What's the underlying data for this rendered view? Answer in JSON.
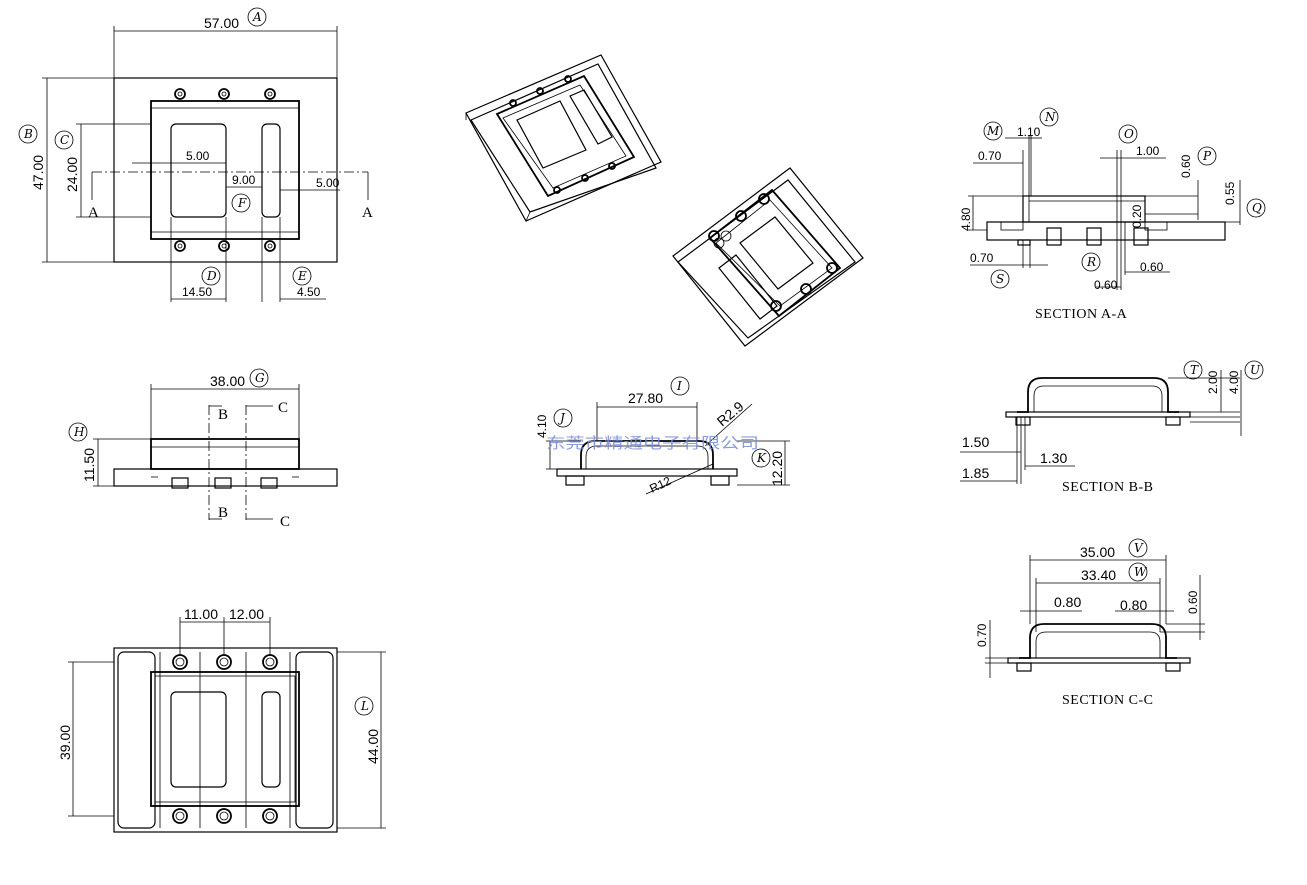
{
  "dims_top": {
    "d57": "57.00",
    "d47": "47.00",
    "d24": "24.00",
    "d5a": "5.00",
    "d9": "9.00",
    "d5b": "5.00",
    "d1450": "14.50",
    "d450": "4.50"
  },
  "labels": {
    "A": "A",
    "B": "B",
    "C": "C",
    "D": "D",
    "E": "E",
    "F": "F",
    "G": "G",
    "H": "H",
    "I": "I",
    "J": "J",
    "K": "K",
    "L": "L",
    "M": "M",
    "N": "N",
    "O": "O",
    "P": "P",
    "Q": "Q",
    "R": "R",
    "S": "S",
    "T": "T",
    "U": "U",
    "V": "V",
    "W": "W"
  },
  "section_markers": {
    "A": "A",
    "B": "B",
    "C": "C"
  },
  "dims_side": {
    "d38": "38.00",
    "d1150": "11.50"
  },
  "dims_bottom": {
    "d11": "11.00",
    "d12": "12.00",
    "d39": "39.00",
    "d44": "44.00"
  },
  "dims_mid": {
    "d2780": "27.80",
    "d410": "4.10",
    "r29": "R2.9",
    "r12": "R12",
    "d1220": "12.20"
  },
  "watermark": "东莞市精通电子有限公司",
  "section_aa": {
    "title": "SECTION A-A",
    "d110": "1.10",
    "d070a": "0.70",
    "d100": "1.00",
    "d060p": "0.60",
    "d055": "0.55",
    "d480": "4.80",
    "d020": "0.20",
    "d070s": "0.70",
    "d060a": "0.60",
    "d060b": "0.60"
  },
  "section_bb": {
    "title": "SECTION B-B",
    "d200": "2.00",
    "d400": "4.00",
    "d150": "1.50",
    "d130": "1.30",
    "d185": "1.85"
  },
  "section_cc": {
    "title": "SECTION C-C",
    "d3500": "35.00",
    "d3340": "33.40",
    "d080a": "0.80",
    "d080b": "0.80",
    "d060": "0.60",
    "d070": "0.70"
  }
}
